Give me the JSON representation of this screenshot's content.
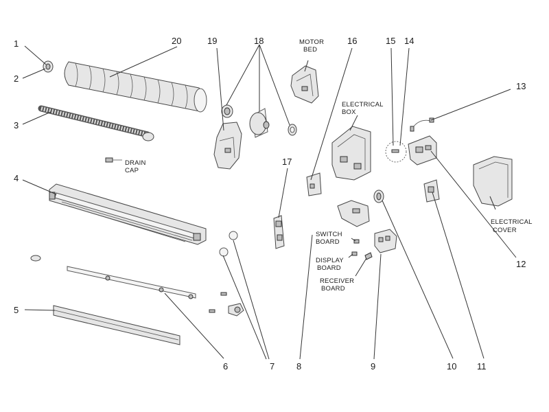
{
  "callouts": {
    "c1": "1",
    "c2": "2",
    "c3": "3",
    "c4": "4",
    "c5": "5",
    "c6": "6",
    "c7": "7",
    "c8": "8",
    "c9": "9",
    "c10": "10",
    "c11": "11",
    "c12": "12",
    "c13": "13",
    "c14": "14",
    "c15": "15",
    "c16": "16",
    "c17": "17",
    "c18": "18",
    "c19": "19",
    "c20": "20"
  },
  "labels": {
    "drain_cap": [
      "DRAIN",
      "CAP"
    ],
    "motor_bed": [
      "MOTOR",
      "BED"
    ],
    "electrical_box": [
      "ELECTRICAL",
      "BOX"
    ],
    "switch_board": [
      "SWITCH",
      "BOARD"
    ],
    "display_board": [
      "DISPLAY",
      "BOARD"
    ],
    "receiver_board": [
      "RECEIVER",
      "BOARD"
    ],
    "electrical_cover": [
      "ELECTRICAL",
      "COVER"
    ]
  }
}
